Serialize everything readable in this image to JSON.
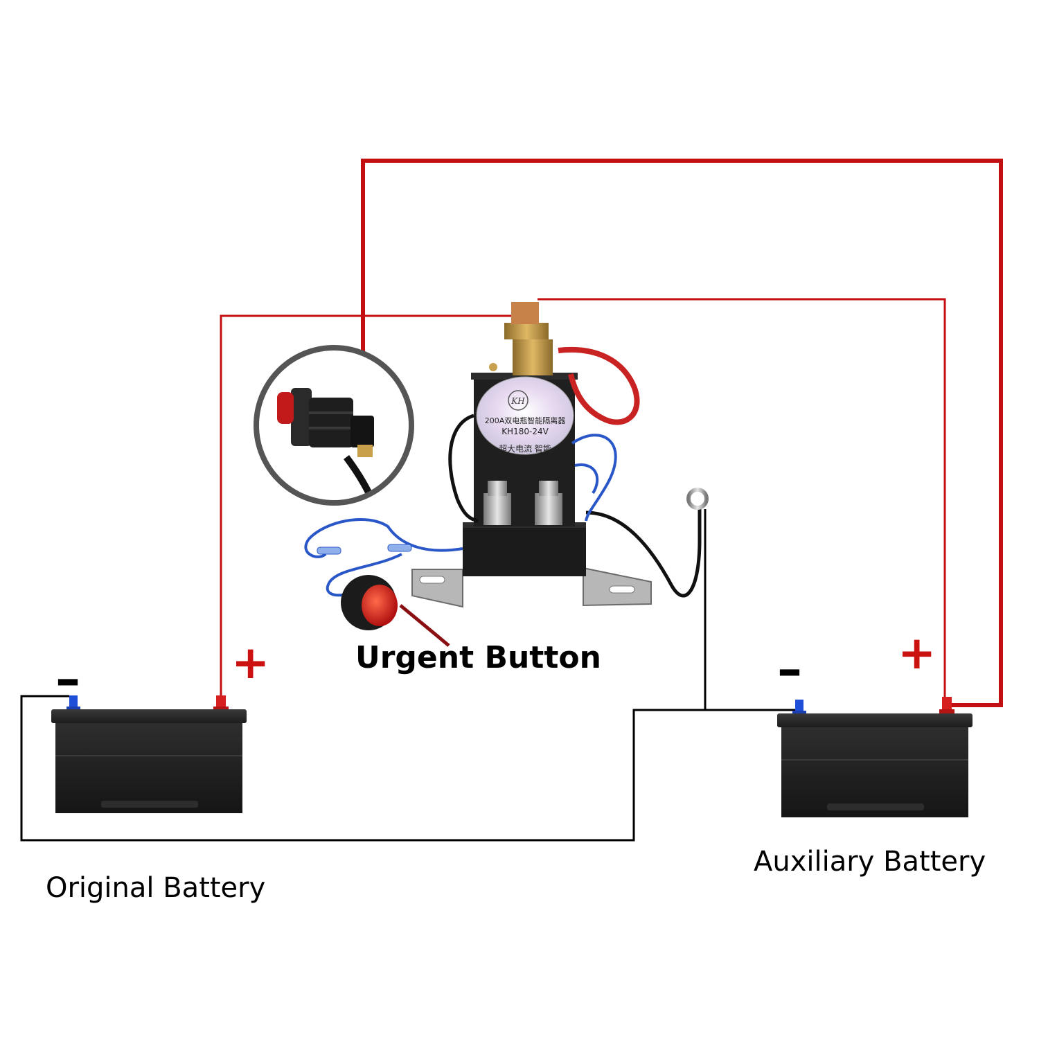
{
  "labels": {
    "urgent_button": "Urgent Button",
    "original_battery": "Original Battery",
    "auxiliary_battery": "Auxiliary Battery"
  },
  "terminals": {
    "original_negative": "–",
    "original_positive": "+",
    "auxiliary_negative": "–",
    "auxiliary_positive": "+"
  },
  "isolator": {
    "line1": "200A双电瓶智能隔离器",
    "line2": "KH180-24V",
    "line3": "超大电流  智能",
    "logo": "KH"
  },
  "colors": {
    "positive_wire": "#c40f12",
    "ground_wire": "#000000",
    "signal_wire": "#2a57c8",
    "battery_body": "#252525",
    "terminal_positive": "#d61f1f",
    "terminal_negative": "#1f4fd6"
  }
}
